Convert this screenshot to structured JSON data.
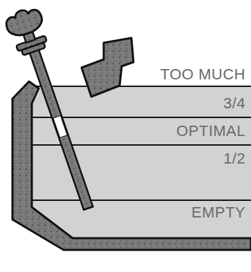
{
  "diagram": {
    "labels": [
      "TOO MUCH",
      "3/4",
      "OPTIMAL",
      "1/2",
      "EMPTY"
    ]
  }
}
